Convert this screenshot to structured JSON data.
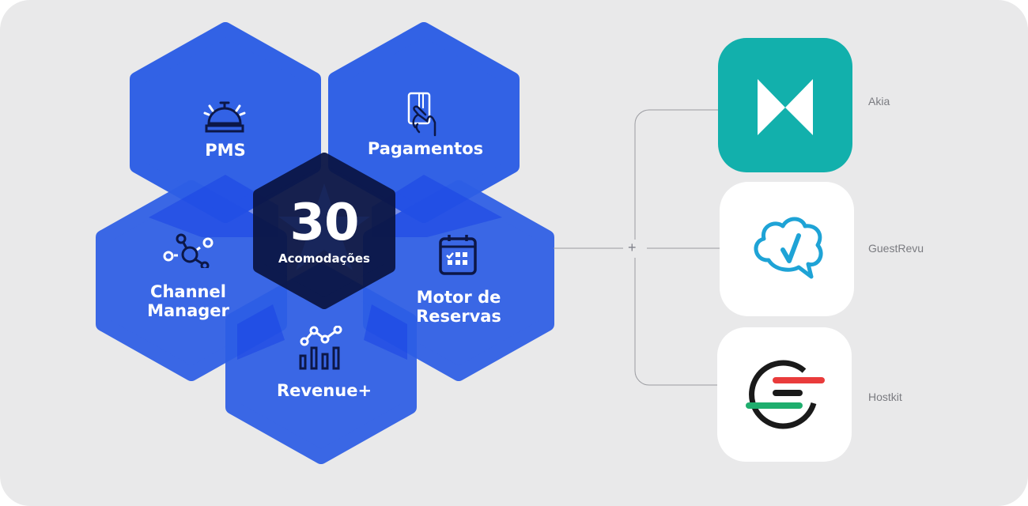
{
  "colors": {
    "background": "#e9e9ea",
    "hex_blue": "#2f5fe6",
    "hex_center": "#0c1747",
    "icon_dark": "#0c1747",
    "akia_teal": "#12b0ac",
    "guestrevu_blue": "#1ea3d6",
    "hostkit_red": "#e93b3b",
    "hostkit_green": "#1fae6e",
    "line_gray": "#9a9ba0"
  },
  "center": {
    "number": "30",
    "label": "Acomodações"
  },
  "modules": [
    {
      "id": "pms",
      "label": "PMS",
      "icon": "service-bell-icon"
    },
    {
      "id": "pagamentos",
      "label": "Pagamentos",
      "icon": "card-payment-icon"
    },
    {
      "id": "channel-manager",
      "label_line1": "Channel",
      "label_line2": "Manager",
      "icon": "network-nodes-icon"
    },
    {
      "id": "motor-reservas",
      "label_line1": "Motor de",
      "label_line2": "Reservas",
      "icon": "calendar-icon"
    },
    {
      "id": "revenue",
      "label": "Revenue+",
      "icon": "chart-analytics-icon"
    }
  ],
  "connector": {
    "symbol": "+"
  },
  "partners": [
    {
      "name": "Akia",
      "icon": "akia-logo"
    },
    {
      "name": "GuestRevu",
      "icon": "guestrevu-logo"
    },
    {
      "name": "Hostkit",
      "icon": "hostkit-logo"
    }
  ]
}
